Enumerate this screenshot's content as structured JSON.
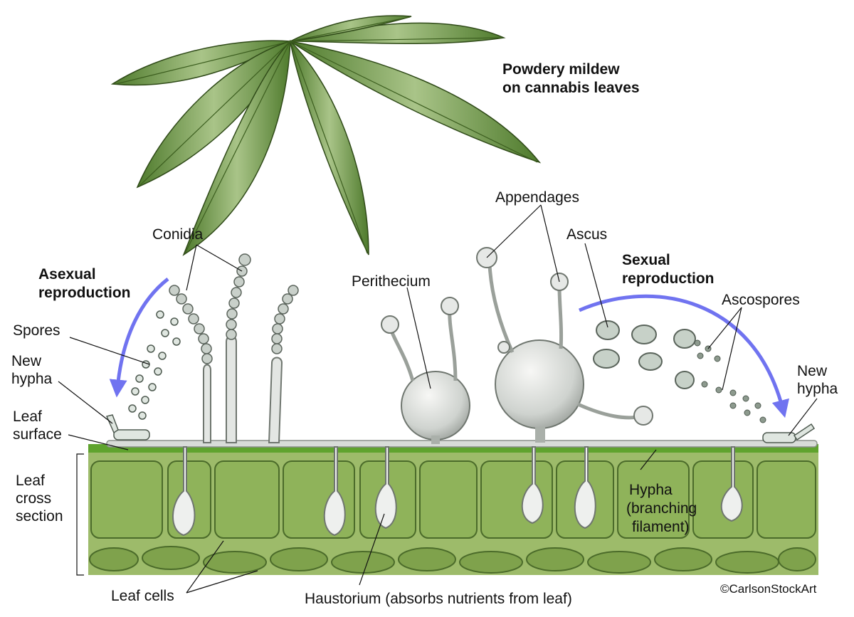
{
  "title": {
    "line1": "Powdery mildew",
    "line2": "on cannabis leaves"
  },
  "labels": {
    "conidia": "Conidia",
    "asexual_line1": "Asexual",
    "asexual_line2": "reproduction",
    "spores": "Spores",
    "new_hypha_left_line1": "New",
    "new_hypha_left_line2": "hypha",
    "leaf_surface_line1": "Leaf",
    "leaf_surface_line2": "surface",
    "leaf_cross_line1": "Leaf",
    "leaf_cross_line2": "cross",
    "leaf_cross_line3": "section",
    "appendages": "Appendages",
    "perithecium": "Perithecium",
    "ascus": "Ascus",
    "sexual_line1": "Sexual",
    "sexual_line2": "reproduction",
    "ascospores": "Ascospores",
    "new_hypha_right_line1": "New",
    "new_hypha_right_line2": "hypha",
    "hypha_line1": "Hypha",
    "hypha_line2": "(branching",
    "hypha_line3": "filament)",
    "leaf_cells": "Leaf cells",
    "haustorium": "Haustorium (absorbs nutrients from leaf)"
  },
  "credit": "©CarlsonStockArt",
  "colors": {
    "leaf_green": "#6b8f3a",
    "cell_green": "#8fb35a",
    "surface_green": "#5fa32e",
    "fungus_gray": "#d8dcd8",
    "arrow_blue": "#7073f0"
  }
}
